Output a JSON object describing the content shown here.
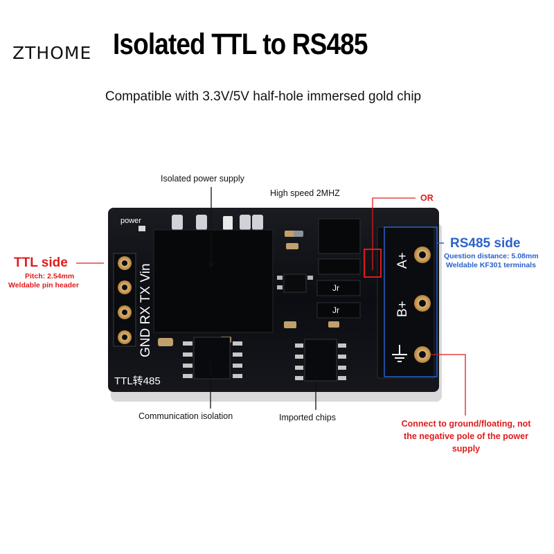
{
  "brand": "ZTHOME",
  "title": "Isolated TTL to RS485",
  "subtitle": "Compatible with 3.3V/5V half-hole immersed gold chip",
  "callouts": {
    "isolated_power": "Isolated power supply",
    "high_speed": "High speed 2MHZ",
    "or_label": "OR",
    "ttl_side": "TTL side",
    "ttl_pitch": "Pitch: 2.54mm",
    "ttl_header": "Weldable pin header",
    "rs485_side": "RS485 side",
    "rs485_distance": "Question distance: 5.08mm",
    "rs485_terminals": "Weldable KF301 terminals",
    "comm_isolation": "Communication isolation",
    "imported_chips": "Imported chips",
    "ground_note_line1": "Connect to ground/floating, not",
    "ground_note_line2": "the negative pole of the power",
    "ground_note_line3": "supply"
  },
  "board": {
    "power_label": "power",
    "pin_labels": "GND RX TX Vin",
    "bottom_label": "TTL转485",
    "a_plus": "A+",
    "b_plus": "B+",
    "diode_mark": "Jr"
  },
  "colors": {
    "pcb": "#0d0f14",
    "gold": "#c9974a",
    "red": "#e01b1b",
    "blue": "#2a62c9"
  }
}
